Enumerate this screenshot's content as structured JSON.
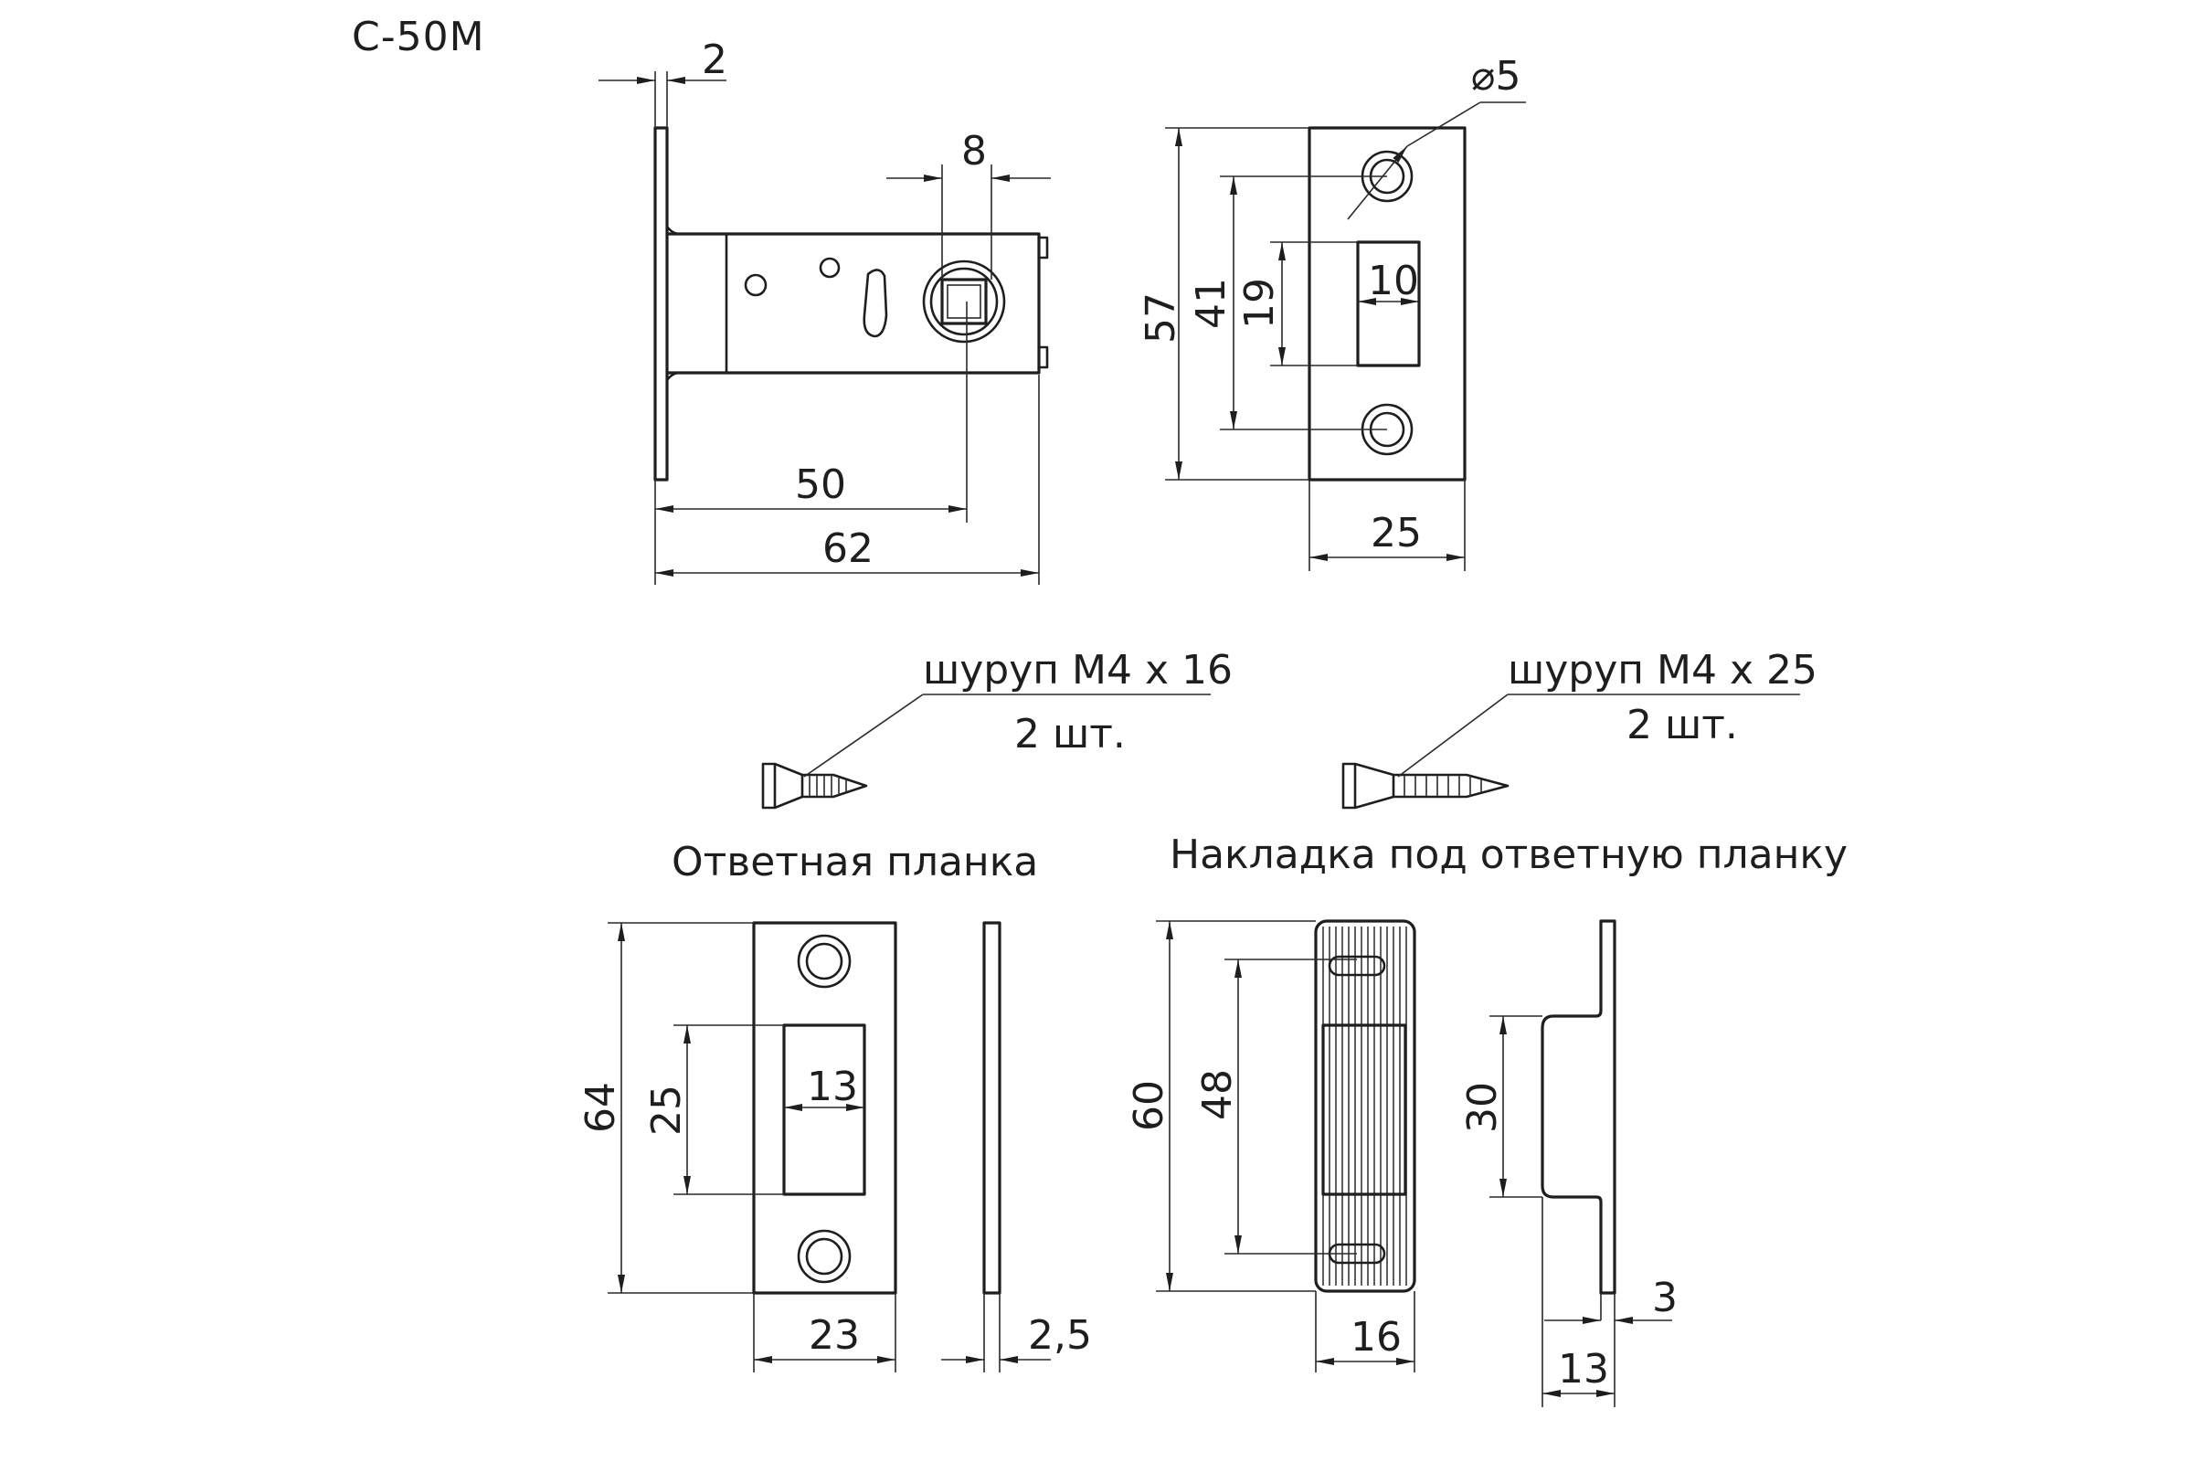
{
  "title": "C-50M",
  "labels": {
    "striker_plate": "Ответная планка",
    "strike_cover": "Накладка под ответную планку",
    "screw_1_name": "шуруп М4 х 16",
    "screw_1_qty": "2 шт.",
    "screw_2_name": "шуруп М4 х 25",
    "screw_2_qty": "2 шт."
  },
  "dimensions": {
    "faceplate_thickness": "2",
    "spindle_square": "8",
    "backset": "50",
    "body_length": "62",
    "hole_diameter": "⌀5",
    "face_height": "57",
    "hole_spacing": "41",
    "latch_height": "19",
    "latch_width": "10",
    "face_width": "25",
    "striker_height": "64",
    "striker_opening_height": "25",
    "striker_opening_width": "13",
    "striker_width": "23",
    "striker_thickness": "2,5",
    "cover_height": "60",
    "cover_hole_spacing": "48",
    "cover_width": "16",
    "cover_depth_height": "30",
    "cover_thickness": "3",
    "cover_depth": "13"
  }
}
